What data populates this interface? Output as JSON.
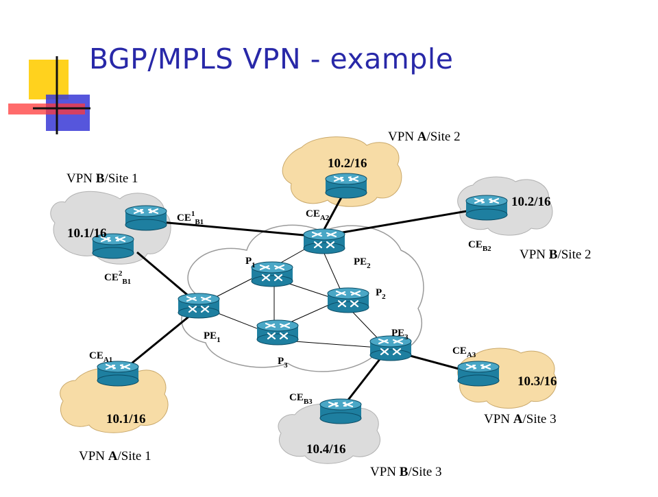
{
  "slide": {
    "title": "BGP/MPLS VPN - example"
  },
  "colors": {
    "title": "#2828a8",
    "customer_cloud": "#f7dca6",
    "vpn_b_cloud": "#dcdcdc",
    "provider_cloud": "#ffffff",
    "router_body": "#1e7fa0",
    "link_thick": "#000000",
    "link_thin": "#000000",
    "logo_yellow": "#ffd21e",
    "logo_red": "#ff3a3a",
    "logo_blue": "#3838d6"
  },
  "sites": {
    "a1": {
      "vpn": "VPN ",
      "letter": "A",
      "rest": "/Site 1",
      "prefix": "10.1/16"
    },
    "a2": {
      "vpn": "VPN ",
      "letter": "A",
      "rest": "/Site 2",
      "prefix": "10.2/16"
    },
    "a3": {
      "vpn": "VPN ",
      "letter": "A",
      "rest": "/Site 3",
      "prefix": "10.3/16"
    },
    "b1": {
      "vpn": "VPN ",
      "letter": "B",
      "rest": "/Site 1",
      "prefix": "10.1/16"
    },
    "b2": {
      "vpn": "VPN ",
      "letter": "B",
      "rest": "/Site 2",
      "prefix": "10.2/16"
    },
    "b3": {
      "vpn": "VPN ",
      "letter": "B",
      "rest": "/Site 3",
      "prefix": "10.4/16"
    }
  },
  "routers": {
    "ce_a1": {
      "base": "CE",
      "sub": "A1"
    },
    "ce_a2": {
      "base": "CE",
      "sub": "A2"
    },
    "ce_a3": {
      "base": "CE",
      "sub": "A3"
    },
    "ce_b1_1": {
      "base": "CE",
      "sup": "1",
      "sub": "B1"
    },
    "ce_b1_2": {
      "base": "CE",
      "sup": "2",
      "sub": "B1"
    },
    "ce_b2": {
      "base": "CE",
      "sub": "B2"
    },
    "ce_b3": {
      "base": "CE",
      "sub": "B3"
    },
    "pe1": {
      "base": "PE",
      "sub": "1"
    },
    "pe2": {
      "base": "PE",
      "sub": "2"
    },
    "pe3": {
      "base": "PE",
      "sub": "3"
    },
    "p1": {
      "base": "P",
      "sub": "1"
    },
    "p2": {
      "base": "P",
      "sub": "2"
    },
    "p3": {
      "base": "P",
      "sub": "3"
    }
  }
}
